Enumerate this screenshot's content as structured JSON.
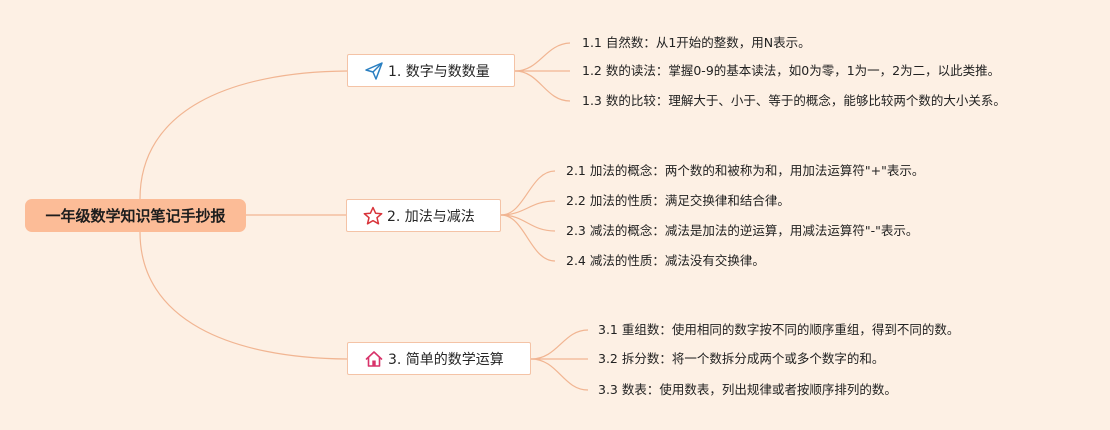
{
  "root": {
    "label": "一年级数学知识笔记手抄报"
  },
  "topics": [
    {
      "label": "1. 数字与数数量",
      "icon": "paper-plane-icon",
      "items": [
        "1.1 自然数：从1开始的整数，用N表示。",
        "1.2 数的读法：掌握0-9的基本读法，如0为零，1为一，2为二，以此类推。",
        "1.3 数的比较：理解大于、小于、等于的概念，能够比较两个数的大小关系。"
      ]
    },
    {
      "label": "2. 加法与减法",
      "icon": "star-icon",
      "items": [
        "2.1 加法的概念：两个数的和被称为和，用加法运算符\"+\"表示。",
        "2.2 加法的性质：满足交换律和结合律。",
        "2.3 减法的概念：减法是加法的逆运算，用减法运算符\"-\"表示。",
        "2.4 减法的性质：减法没有交换律。"
      ]
    },
    {
      "label": "3. 简单的数学运算",
      "icon": "house-icon",
      "items": [
        "3.1 重组数：使用相同的数字按不同的顺序重组，得到不同的数。",
        "3.2 拆分数：将一个数拆分成两个或多个数字的和。",
        "3.3 数表：使用数表，列出规律或者按顺序排列的数。"
      ]
    }
  ],
  "colors": {
    "background": "#fdf0e4",
    "root_fill": "#fcbc97",
    "connector": "#f1b592",
    "topic_border": "#f4c3a6",
    "plane_icon": "#2a7fc1",
    "star_icon": "#d8333a",
    "house_icon": "#d8336a"
  }
}
